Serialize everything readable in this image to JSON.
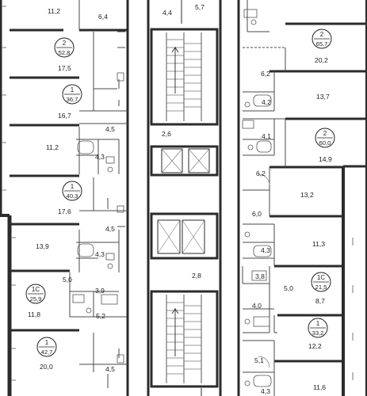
{
  "apartments": [
    {
      "rooms": "2",
      "total": "52,8",
      "key": "a1"
    },
    {
      "rooms": "1",
      "total": "36,7",
      "key": "a2"
    },
    {
      "rooms": "1",
      "total": "40,3",
      "key": "a3"
    },
    {
      "rooms": "1C",
      "total": "25,9",
      "key": "a4"
    },
    {
      "rooms": "1",
      "total": "42,7",
      "key": "a5"
    },
    {
      "rooms": "2",
      "total": "65,7",
      "key": "a6"
    },
    {
      "rooms": "2",
      "total": "60,0",
      "key": "a7"
    },
    {
      "rooms": "1C",
      "total": "21,5",
      "key": "a8"
    },
    {
      "rooms": "1",
      "total": "33,2",
      "key": "a9"
    }
  ],
  "rooms": [
    {
      "label": "11,2"
    },
    {
      "label": "6,4"
    },
    {
      "label": "17,5"
    },
    {
      "label": "16,7"
    },
    {
      "label": "4,5"
    },
    {
      "label": "11,2"
    },
    {
      "label": "4,3"
    },
    {
      "label": "17,6"
    },
    {
      "label": "4,5"
    },
    {
      "label": "13,9"
    },
    {
      "label": "4,3"
    },
    {
      "label": "5,0"
    },
    {
      "label": "3,9"
    },
    {
      "label": "11,8"
    },
    {
      "label": "5,2"
    },
    {
      "label": "20,0"
    },
    {
      "label": "4,5"
    },
    {
      "label": "4,4"
    },
    {
      "label": "5,7"
    },
    {
      "label": "2,6"
    },
    {
      "label": "2,8"
    },
    {
      "label": "20,2"
    },
    {
      "label": "6,2"
    },
    {
      "label": "13,7"
    },
    {
      "label": "4,2"
    },
    {
      "label": "4,1"
    },
    {
      "label": "14,9"
    },
    {
      "label": "6,2"
    },
    {
      "label": "13,2"
    },
    {
      "label": "6,0"
    },
    {
      "label": "11,3"
    },
    {
      "label": "4,3"
    },
    {
      "label": "3,8"
    },
    {
      "label": "5,0"
    },
    {
      "label": "8,7"
    },
    {
      "label": "4,0"
    },
    {
      "label": "12,2"
    },
    {
      "label": "5,1"
    },
    {
      "label": "11,6"
    },
    {
      "label": "4,3"
    }
  ]
}
